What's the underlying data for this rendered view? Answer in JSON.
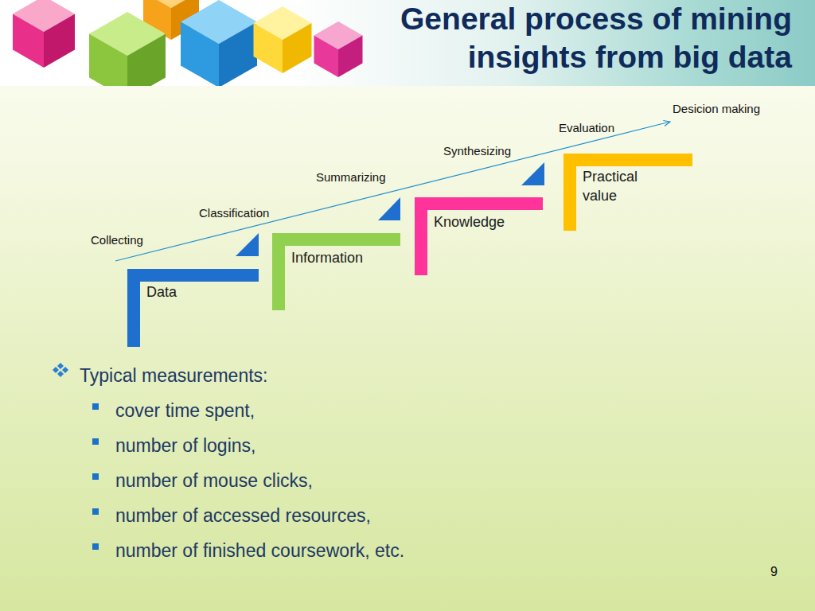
{
  "diagram": {
    "title": "General process of mining insights from big data",
    "nodes": [
      {
        "text": [
          "Data"
        ]
      },
      {
        "text": [
          "Information"
        ]
      },
      {
        "text": [
          "Knowledge"
        ]
      },
      {
        "text": [
          "Practical value"
        ]
      }
    ],
    "labels": [
      "Collecting",
      "Classification",
      "Summarizing",
      "Synthesizing",
      "Evaluation",
      "Desicion making",
      "Typical measurements:",
      "cover time spent,",
      "number of logins,",
      "number of mouse clicks,",
      "number of accessed resources,",
      "number of finished coursework, etc.",
      "9"
    ]
  }
}
